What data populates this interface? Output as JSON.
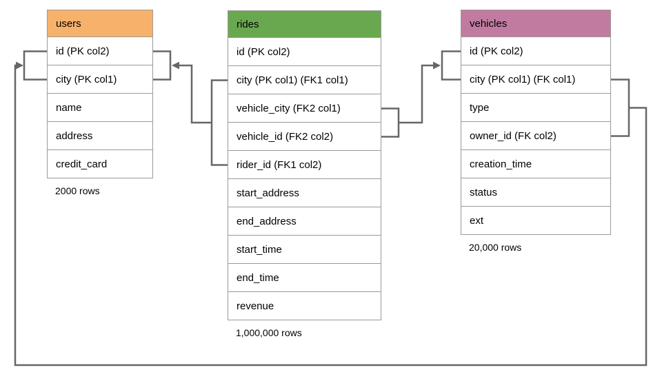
{
  "tables": [
    {
      "name": "users",
      "header_color": "#F6B26B",
      "columns": [
        "id (PK col2)",
        "city (PK col1)",
        "name",
        "address",
        "credit_card"
      ],
      "row_count": "2000 rows"
    },
    {
      "name": "rides",
      "header_color": "#6AA84F",
      "columns": [
        "id (PK col2)",
        "city (PK col1) (FK1 col1)",
        "vehicle_city (FK2 col1)",
        "vehicle_id (FK2 col2)",
        "rider_id (FK1 col2)",
        "start_address",
        "end_address",
        "start_time",
        "end_time",
        "revenue"
      ],
      "row_count": "1,000,000 rows"
    },
    {
      "name": "vehicles",
      "header_color": "#C27BA0",
      "columns": [
        "id (PK col2)",
        "city (PK col1) (FK col1)",
        "type",
        "owner_id (FK col2)",
        "creation_time",
        "status",
        "ext"
      ],
      "row_count": "20,000 rows"
    }
  ],
  "connectors": [
    {
      "name": "rides-fk1-to-users",
      "from": "rides (city, rider_id)",
      "to": "users (city, id)"
    },
    {
      "name": "rides-fk2-to-vehicles",
      "from": "rides (vehicle_city, vehicle_id)",
      "to": "vehicles (city, id)"
    },
    {
      "name": "vehicles-fk-to-users",
      "from": "vehicles (city, owner_id)",
      "to": "users (city, id)"
    }
  ],
  "colors": {
    "connector_line": "#666666",
    "cell_border": "#999999",
    "text": "#000000",
    "background": "#ffffff"
  }
}
